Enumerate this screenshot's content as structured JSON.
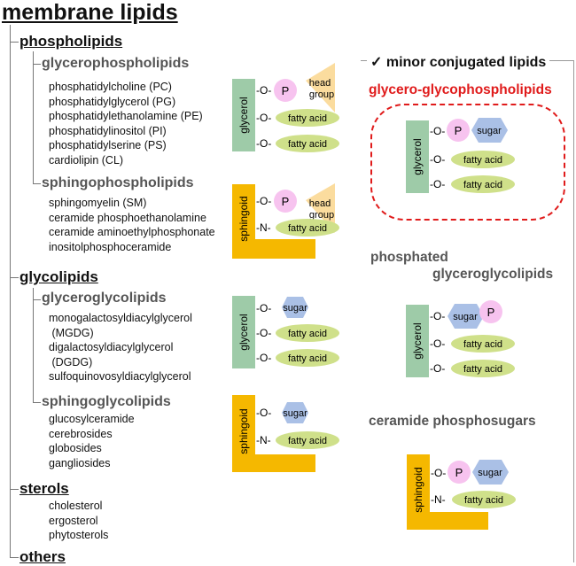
{
  "title": "membrane lipids",
  "phospholipids": {
    "label": "phospholipids",
    "glycero": {
      "label": "glycerophospholipids",
      "items": [
        "phosphatidylcholine (PC)",
        "phosphatidylglycerol (PG)",
        "phosphatidylethanolamine (PE)",
        "phosphatidylinositol (PI)",
        "phosphatidylserine (PS)",
        "cardiolipin (CL)"
      ]
    },
    "sphingo": {
      "label": "sphingophospholipids",
      "items": [
        "sphingomyelin (SM)",
        "ceramide phosphoethanolamine",
        "ceramide aminoethylphosphonate",
        "inositolphosphoceramide"
      ]
    }
  },
  "glycolipids": {
    "label": "glycolipids",
    "glycero": {
      "label": "glyceroglycolipids",
      "items": [
        "monogalactosyldiacylglycerol",
        " (MGDG)",
        "digalactosyldiacylglycerol",
        " (DGDG)",
        "sulfoquinovosyldiacylglycerol"
      ]
    },
    "sphingo": {
      "label": "sphingoglycolipids",
      "items": [
        "glucosylceramide",
        "cerebrosides",
        "globosides",
        "gangliosides"
      ]
    }
  },
  "sterols": {
    "label": "sterols",
    "items": [
      "cholesterol",
      "ergosterol",
      "phytosterols"
    ]
  },
  "others": {
    "label": "others"
  },
  "minor": {
    "title": "✓ minor conjugated lipids",
    "glyco_phospho": "glycero-glycophospholipids",
    "phosphated_1": "phosphated",
    "phosphated_2": "glyceroglycolipids",
    "ceramide": "ceramide phosphosugars"
  },
  "diagram_text": {
    "glycerol": "glycerol",
    "sphingoid": "sphingoid",
    "o_link": "-O-",
    "n_link": "-N-",
    "p": "P",
    "head": "head",
    "group": "group",
    "fatty_acid": "fatty acid",
    "sugar": "sugar"
  },
  "colors": {
    "glycerol": "#9ecba8",
    "sphingoid": "#f5b800",
    "phosphate": "#f7c3ef",
    "head_group": "#fbdc9e",
    "fatty_acid": "#cfe08a",
    "sugar": "#aac0e6",
    "red": "#e01b1b"
  }
}
